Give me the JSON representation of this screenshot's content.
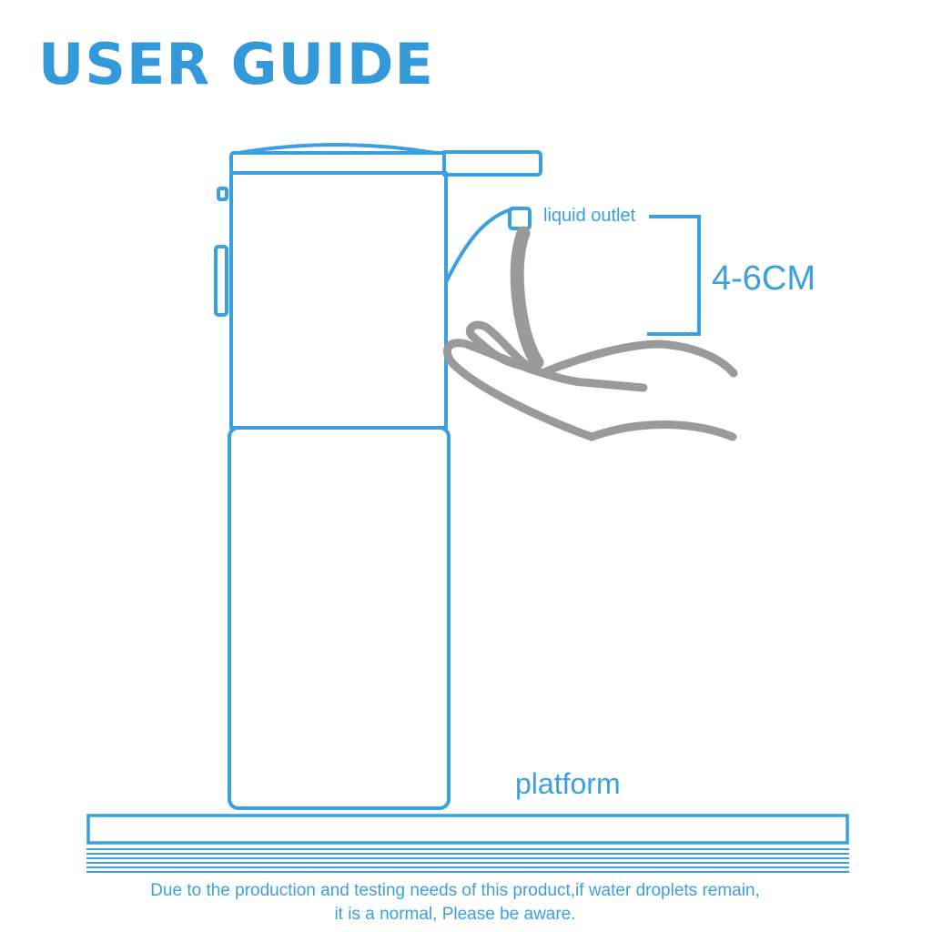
{
  "header": {
    "title": "USER GUIDE"
  },
  "diagram": {
    "outlet_label": "liquid outlet",
    "distance_label": "4-6CM",
    "platform_label": "platform"
  },
  "notice": {
    "line1": "Due to the production and testing needs of this product,if water droplets remain,",
    "line2": "it is a normal, Please be aware."
  },
  "colors": {
    "accent": "#3399d9",
    "outline": "#3aa0df",
    "hand": "#9a9a9a"
  },
  "icons": {
    "dispenser": "soap-dispenser-icon",
    "hand": "hand-icon",
    "liquid": "liquid-stream-icon"
  }
}
